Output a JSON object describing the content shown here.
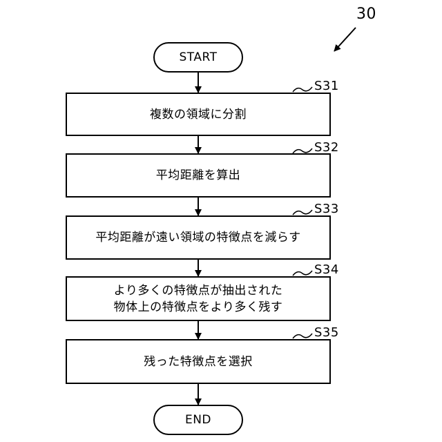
{
  "figure": {
    "number": "30"
  },
  "terminals": {
    "start": "START",
    "end": "END"
  },
  "steps": [
    {
      "id": "S31",
      "lines": [
        "複数の領域に分割"
      ]
    },
    {
      "id": "S32",
      "lines": [
        "平均距離を算出"
      ]
    },
    {
      "id": "S33",
      "lines": [
        "平均距離が遠い領域の特徴点を減らす"
      ]
    },
    {
      "id": "S34",
      "lines": [
        "より多くの特徴点が抽出された",
        "物体上の特徴点をより多く残す"
      ]
    },
    {
      "id": "S35",
      "lines": [
        "残った特徴点を選択"
      ]
    }
  ]
}
